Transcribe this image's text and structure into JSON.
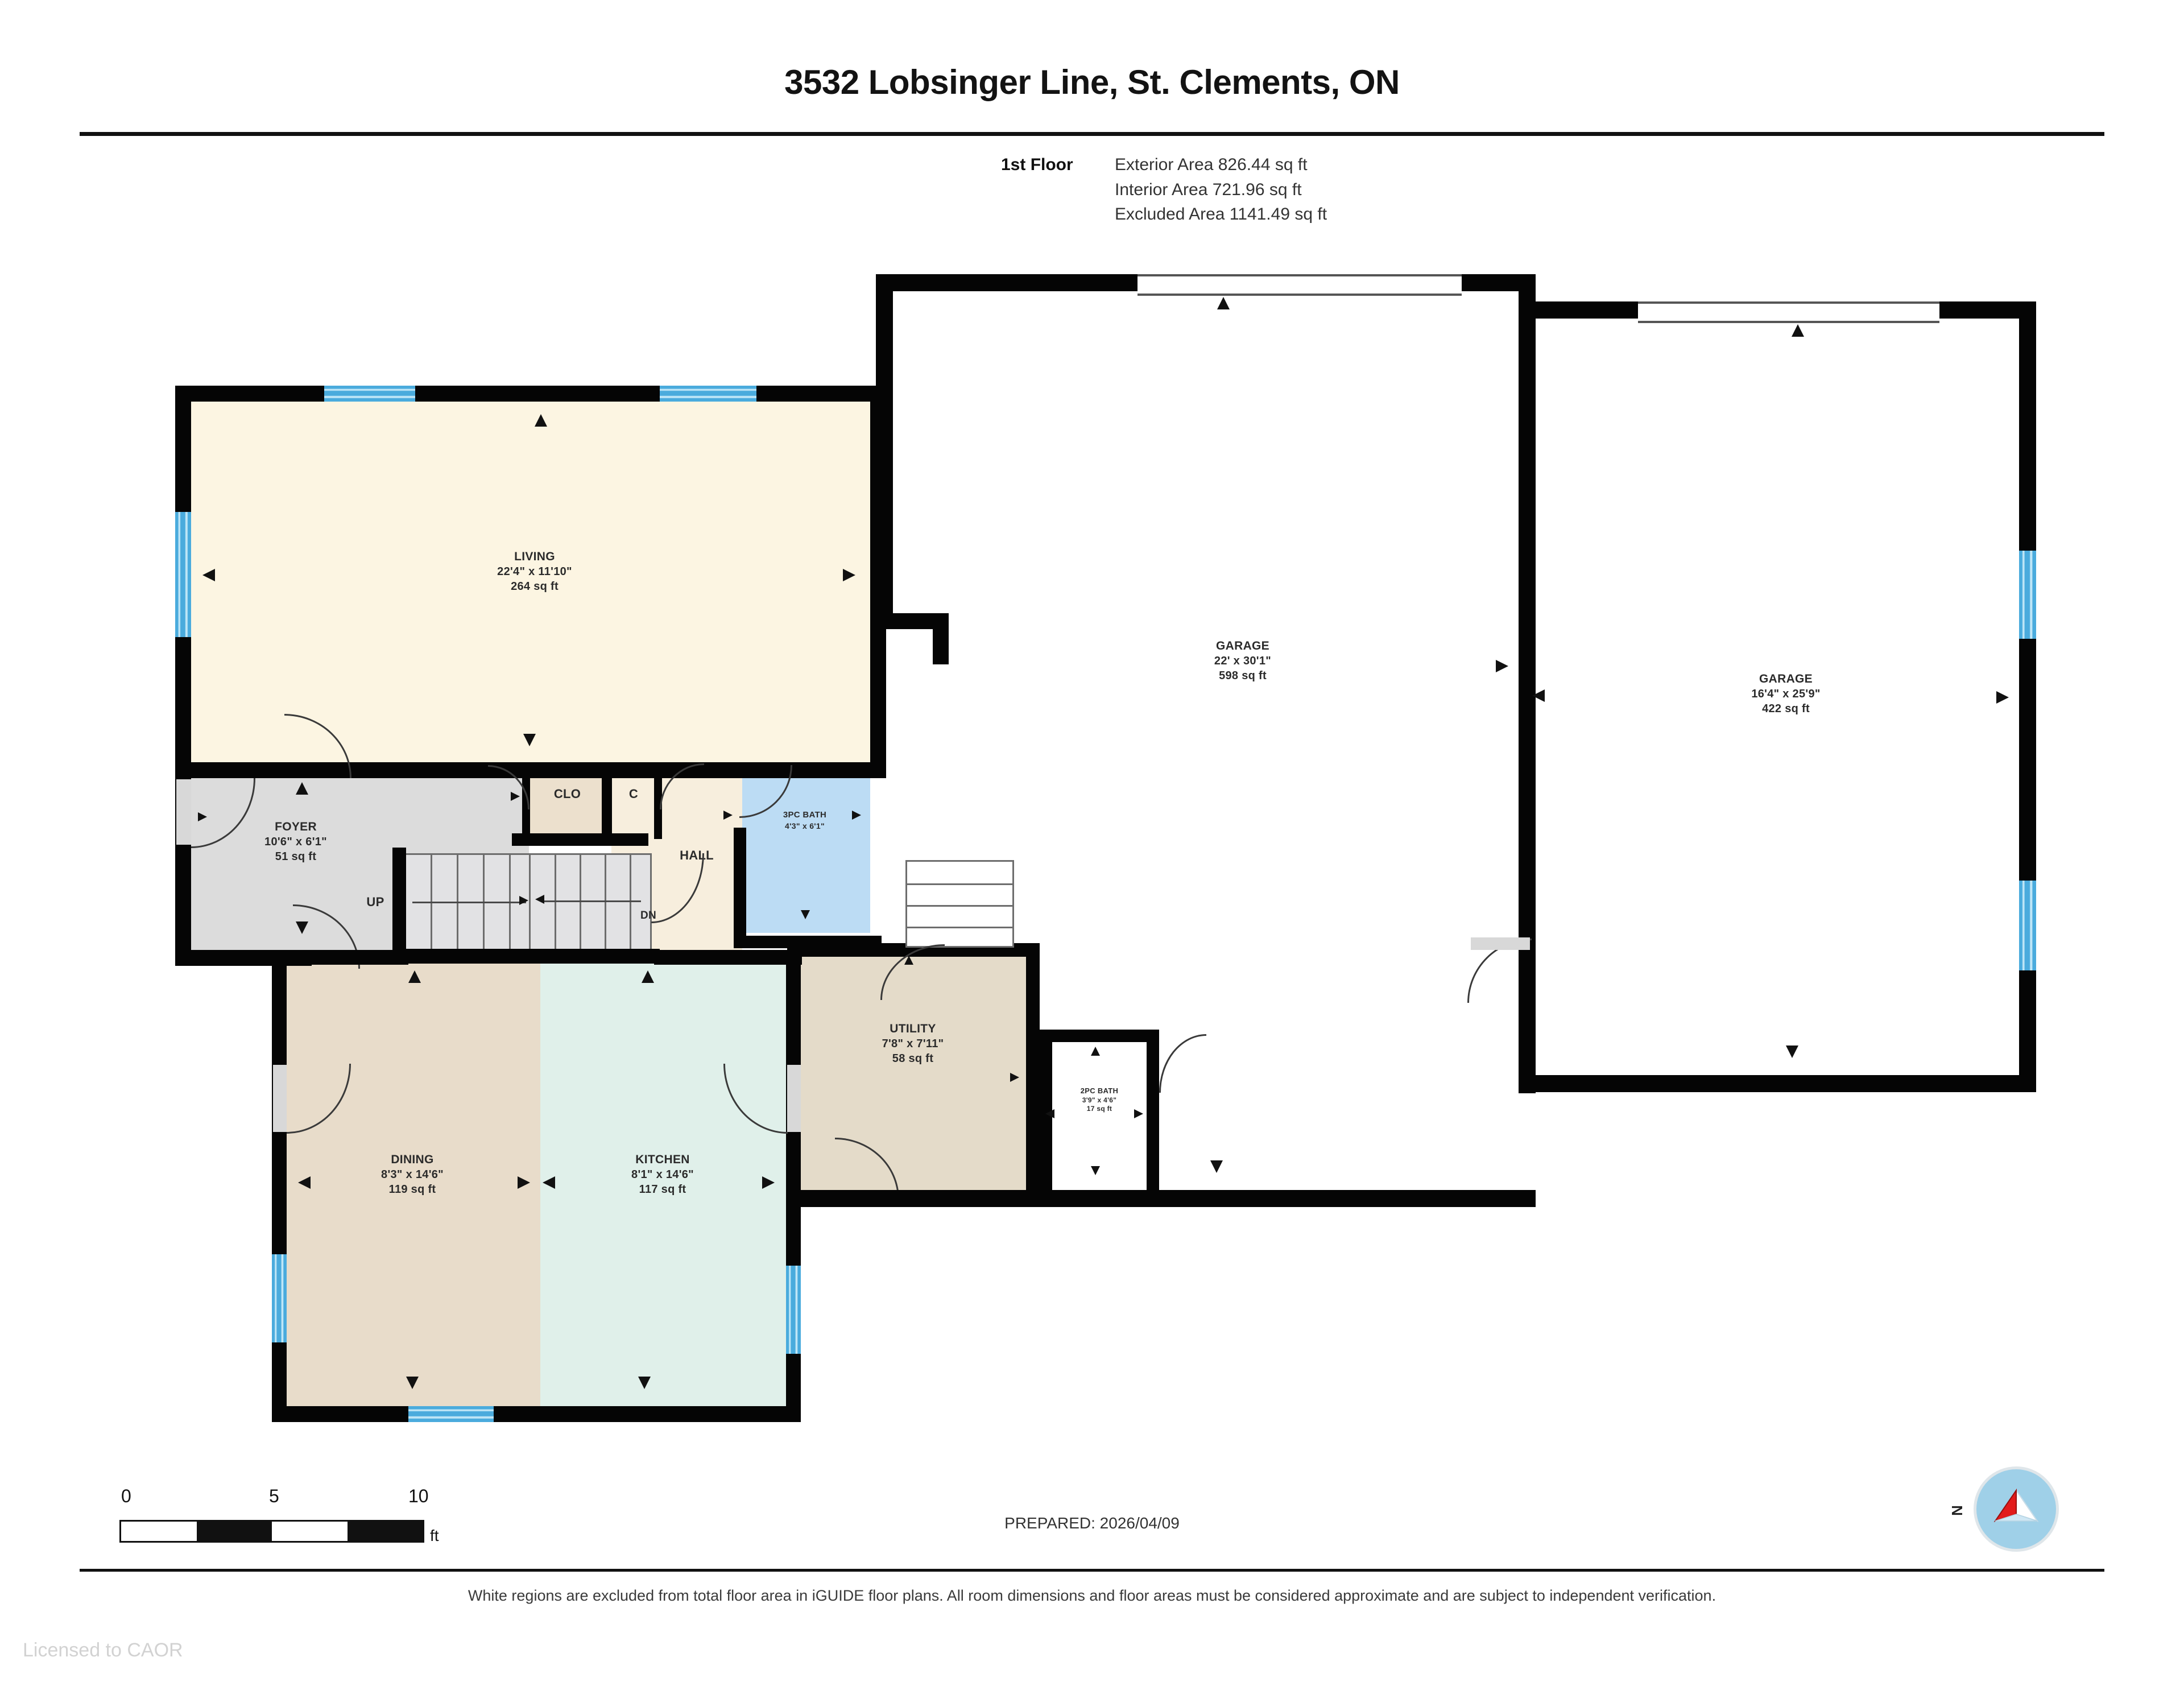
{
  "header": {
    "title": "3532 Lobsinger Line, St. Clements, ON",
    "floor_label": "1st Floor",
    "exterior_area": "Exterior Area 826.44 sq ft",
    "interior_area": "Interior Area 721.96 sq ft",
    "excluded_area": "Excluded Area 1141.49 sq ft"
  },
  "rooms": [
    {
      "key": "living",
      "name": "LIVING",
      "dims": "22'4\" x 11'10\"",
      "area": "264 sq ft",
      "color": "#fcf5e2"
    },
    {
      "key": "foyer",
      "name": "FOYER",
      "dims": "10'6\" x 6'1\"",
      "area": "51 sq ft",
      "color": "#dcdcdc"
    },
    {
      "key": "clo",
      "name": "CLO",
      "dims": "",
      "area": "",
      "color": "#ece0cd"
    },
    {
      "key": "c",
      "name": "C",
      "dims": "",
      "area": "",
      "color": "#ece0cd"
    },
    {
      "key": "hall",
      "name": "HALL",
      "dims": "",
      "area": "",
      "color": "#f7eedd"
    },
    {
      "key": "bath3pc",
      "name": "3PC BATH",
      "dims": "4'3\" x 6'1\"",
      "area": "",
      "color": "#bcdcf4"
    },
    {
      "key": "garage1",
      "name": "GARAGE",
      "dims": "22' x 30'1\"",
      "area": "598 sq ft",
      "color": "#ffffff"
    },
    {
      "key": "garage2",
      "name": "GARAGE",
      "dims": "16'4\" x 25'9\"",
      "area": "422 sq ft",
      "color": "#ffffff"
    },
    {
      "key": "utility",
      "name": "UTILITY",
      "dims": "7'8\" x 7'11\"",
      "area": "58 sq ft",
      "color": "#e4dbc9"
    },
    {
      "key": "bath2pc",
      "name": "2PC BATH",
      "dims": "3'9\" x 4'6\"",
      "area": "17 sq ft",
      "color": "#ffffff"
    },
    {
      "key": "dining",
      "name": "DINING",
      "dims": "8'3\" x 14'6\"",
      "area": "119 sq ft",
      "color": "#e8dcca"
    },
    {
      "key": "kitchen",
      "name": "KITCHEN",
      "dims": "8'1\" x 14'6\"",
      "area": "117 sq ft",
      "color": "#e0f0ea"
    }
  ],
  "stairs": {
    "up_label": "UP",
    "dn_label": "DN"
  },
  "scale": {
    "tick_0": "0",
    "tick_5": "5",
    "tick_10": "10",
    "unit": "ft"
  },
  "footer": {
    "prepared": "PREPARED: 2026/04/09",
    "disclaimer": "White regions are excluded from total floor area in iGUIDE floor plans. All room dimensions and floor areas must be considered approximate and are subject to independent verification.",
    "licensed": "Licensed to CAOR"
  },
  "compass": {
    "north_label": "N"
  },
  "colors": {
    "wall": "#050505",
    "window": "#4aabdd",
    "bath_fill": "#bcdcf4",
    "living_fill": "#fcf5e2",
    "kitchen_fill": "#e0f0ea",
    "dining_fill": "#e8dcca",
    "foyer_fill": "#dcdcdc",
    "utility_fill": "#e4dbc9",
    "compass_north": "#e21b1b"
  }
}
